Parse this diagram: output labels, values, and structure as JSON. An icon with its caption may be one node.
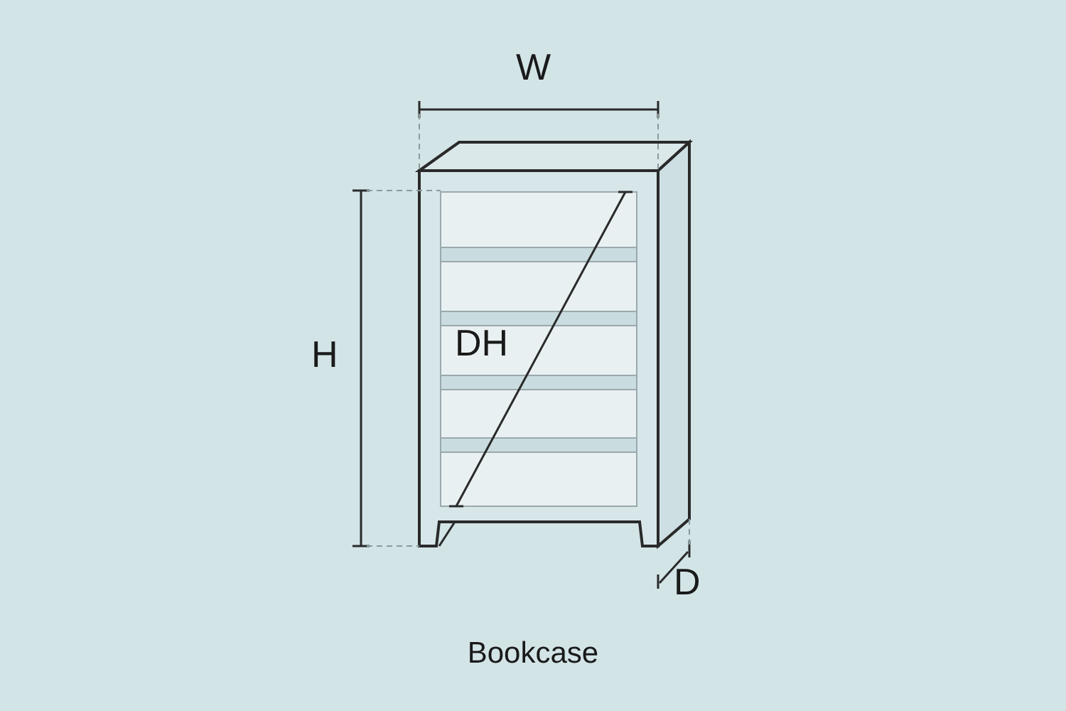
{
  "diagram": {
    "caption": "Bookcase",
    "labels": [
      "W",
      "H",
      "DH",
      "D"
    ]
  }
}
